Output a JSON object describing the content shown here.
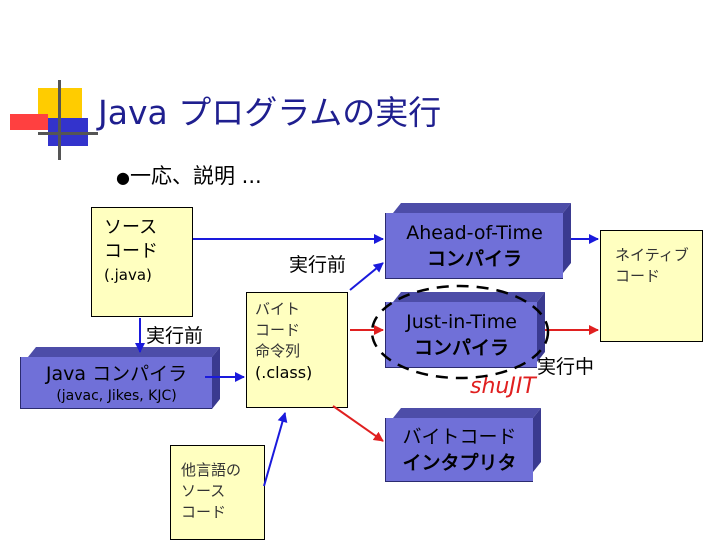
{
  "title": "Java プログラムの実行",
  "bullet": "一応、説明 ...",
  "notes": {
    "source": [
      "ソース",
      "コード",
      "(.java)"
    ],
    "bytecode": [
      "バイト",
      "コード",
      "命令列",
      "(.class)"
    ],
    "other_lang": [
      "他言語の",
      "ソース",
      "コード"
    ],
    "native": [
      "ネイティブ",
      "コード"
    ]
  },
  "boxes": {
    "aot": [
      "Ahead-of-Time",
      "コンパイラ"
    ],
    "jit": [
      "Just-in-Time",
      "コンパイラ"
    ],
    "interp": [
      "バイトコード",
      "インタプリタ"
    ],
    "javac": "Java コンパイラ"
  },
  "javac_sub": "(javac, Jikes, KJC)",
  "labels": {
    "before1": "実行前",
    "before2": "実行前",
    "during": "実行中",
    "shujit": "shuJIT"
  },
  "colors": {
    "title": "#1f1f8f",
    "box": "#7070d8",
    "note": "#ffffc0",
    "blue_arrow": "#1a1adc",
    "red_arrow": "#e02020"
  }
}
